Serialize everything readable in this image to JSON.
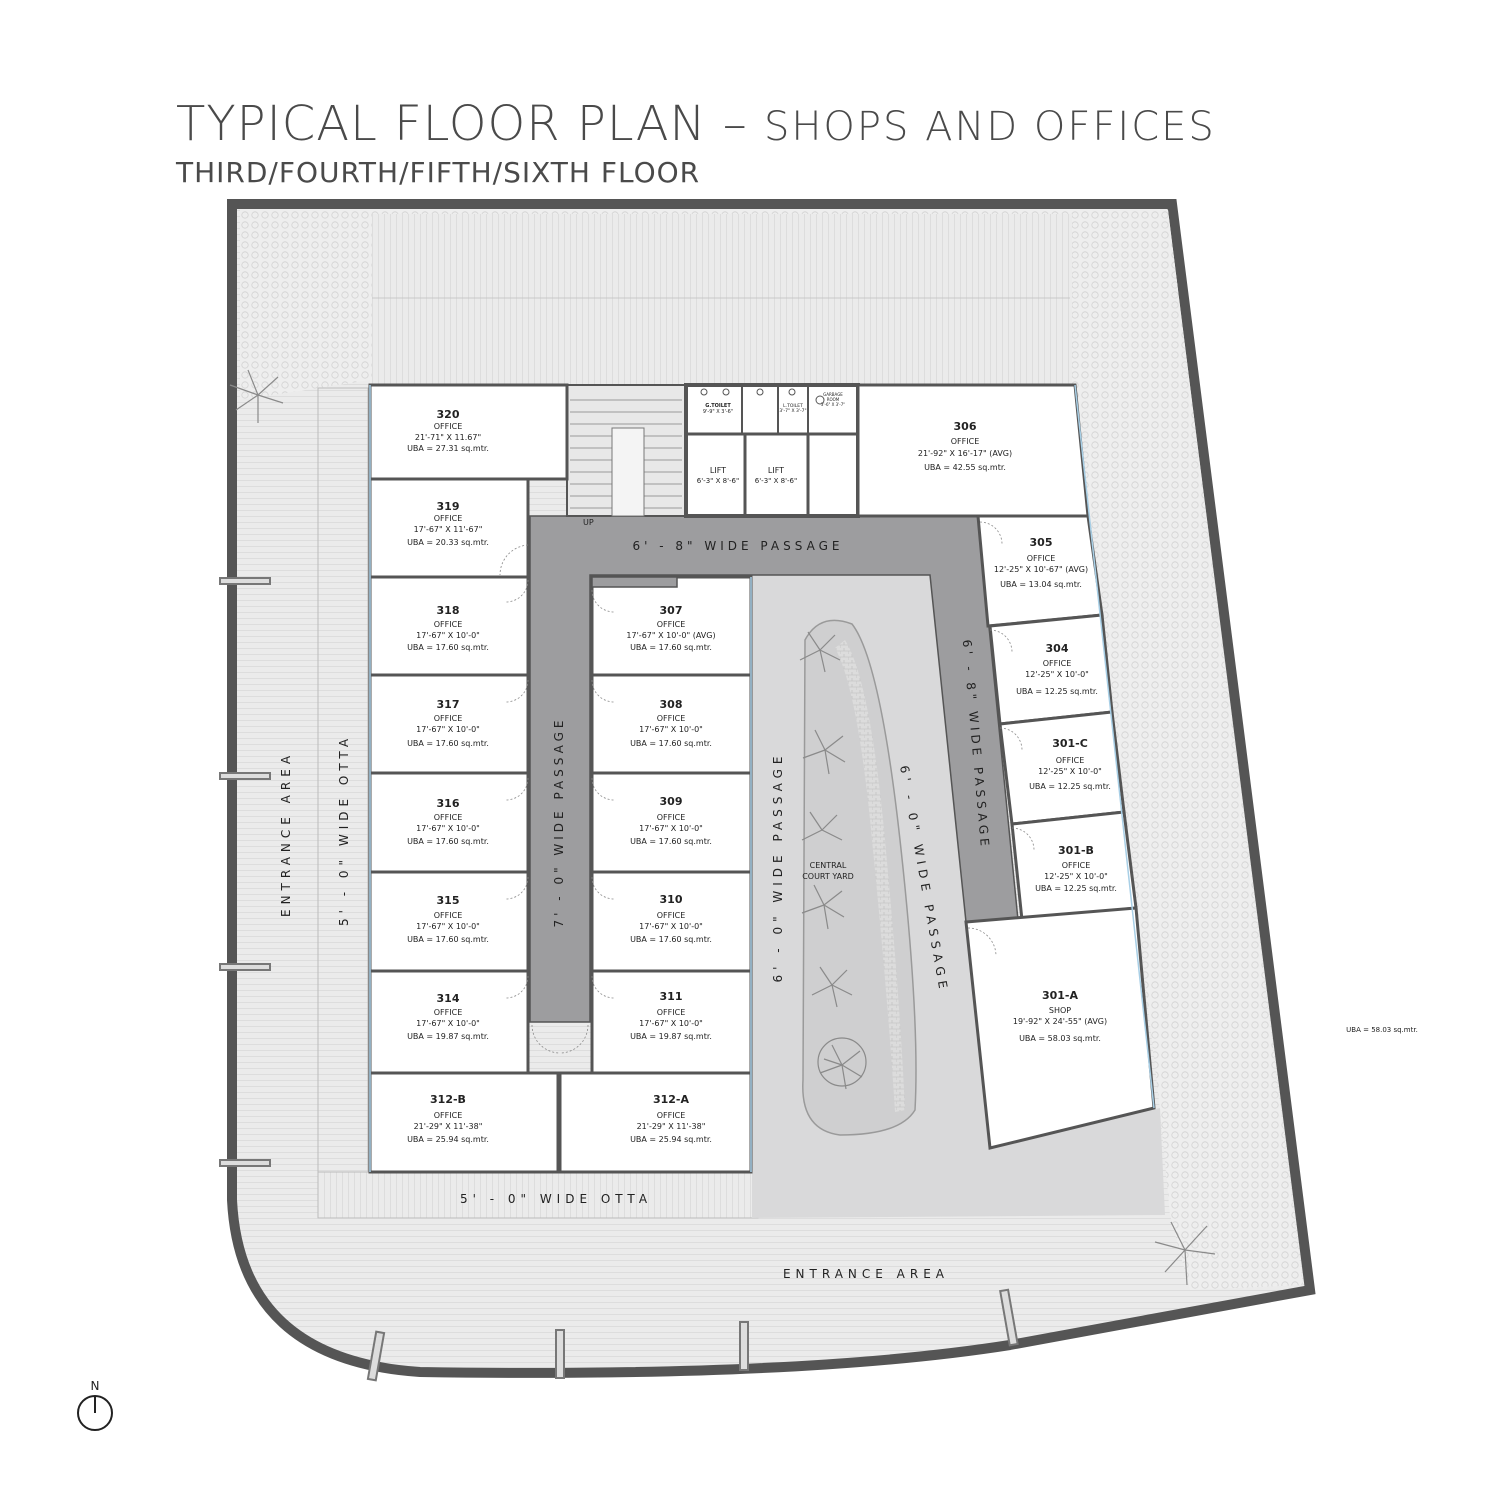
{
  "title": {
    "main": "TYPICAL FLOOR PLAN – ",
    "shops": "SHOPS AND OFFICES"
  },
  "subtitle": "THIRD/FOURTH/FIFTH/SIXTH FLOOR",
  "units": [
    {
      "id": "320",
      "type": "OFFICE",
      "size": "21'-71\" X 11.67\"",
      "uba": "UBA = 27.31 sq.mtr."
    },
    {
      "id": "319",
      "type": "OFFICE",
      "size": "17'-67\" X 11'-67\"",
      "uba": "UBA = 20.33 sq.mtr."
    },
    {
      "id": "318",
      "type": "OFFICE",
      "size": "17'-67\" X 10'-0\"",
      "uba": "UBA = 17.60 sq.mtr."
    },
    {
      "id": "317",
      "type": "OFFICE",
      "size": "17'-67\" X 10'-0\"",
      "uba": "UBA = 17.60 sq.mtr."
    },
    {
      "id": "316",
      "type": "OFFICE",
      "size": "17'-67\" X 10'-0\"",
      "uba": "UBA = 17.60 sq.mtr."
    },
    {
      "id": "315",
      "type": "OFFICE",
      "size": "17'-67\" X 10'-0\"",
      "uba": "UBA = 17.60 sq.mtr."
    },
    {
      "id": "314",
      "type": "OFFICE",
      "size": "17'-67\" X 10'-0\"",
      "uba": "UBA = 19.87 sq.mtr."
    },
    {
      "id": "312-B",
      "type": "OFFICE",
      "size": "21'-29\" X 11'-38\"",
      "uba": "UBA = 25.94 sq.mtr."
    },
    {
      "id": "307",
      "type": "OFFICE",
      "size": "17'-67\" X 10'-0\" (AVG)",
      "uba": "UBA = 17.60 sq.mtr."
    },
    {
      "id": "308",
      "type": "OFFICE",
      "size": "17'-67\" X 10'-0\"",
      "uba": "UBA = 17.60 sq.mtr."
    },
    {
      "id": "309",
      "type": "OFFICE",
      "size": "17'-67\" X 10'-0\"",
      "uba": "UBA = 17.60 sq.mtr."
    },
    {
      "id": "310",
      "type": "OFFICE",
      "size": "17'-67\" X 10'-0\"",
      "uba": "UBA = 17.60 sq.mtr."
    },
    {
      "id": "311",
      "type": "OFFICE",
      "size": "17'-67\" X 10'-0\"",
      "uba": "UBA = 19.87 sq.mtr."
    },
    {
      "id": "312-A",
      "type": "OFFICE",
      "size": "21'-29\" X 11'-38\"",
      "uba": "UBA = 25.94 sq.mtr."
    },
    {
      "id": "306",
      "type": "OFFICE",
      "size": "21'-92\" X 16'-17\" (AVG)",
      "uba": "UBA = 42.55 sq.mtr."
    },
    {
      "id": "305",
      "type": "OFFICE",
      "size": "12'-25\" X 10'-67\" (AVG)",
      "uba": "UBA = 13.04 sq.mtr."
    },
    {
      "id": "304",
      "type": "OFFICE",
      "size": "12'-25\" X 10'-0\"",
      "uba": "UBA = 12.25 sq.mtr."
    },
    {
      "id": "301-C",
      "type": "OFFICE",
      "size": "12'-25\" X 10'-0\"",
      "uba": "UBA = 12.25 sq.mtr."
    },
    {
      "id": "301-B",
      "type": "OFFICE",
      "size": "12'-25\" X 10'-0\"",
      "uba": "UBA = 12.25 sq.mtr."
    },
    {
      "id": "301-A",
      "type": "SHOP",
      "size": "19'-92\" X 24'-55\" (AVG)",
      "uba": "UBA = 58.03 sq.mtr."
    }
  ],
  "lifts": [
    {
      "label": "LIFT",
      "size": "6'-3\" X 8'-6\""
    },
    {
      "label": "LIFT",
      "size": "6'-3\" X 8'-6\""
    }
  ],
  "toilets": {
    "g_toilet": "G.TOILET",
    "g_toilet_size": "9'-9\" X 3'-6\"",
    "l_toilet": "L.TOILET",
    "l_toilet_size": "3'-7\" X 3'-7\"",
    "garbage": "GARBAGE",
    "garbage2": "ROOM",
    "garbage_size": "3'-6\" X 3'-7\""
  },
  "passages": {
    "top": "6' - 8\" WIDE PASSAGE",
    "left": "7' - 0\" WIDE PASSAGE",
    "center_left": "6' - 0\" WIDE PASSAGE",
    "center_right": "6' - 0\" WIDE PASSAGE",
    "right": "6' - 8\" WIDE PASSAGE"
  },
  "otta": {
    "left": "5' - 0\" WIDE OTTA",
    "bottom": "5' - 0\" WIDE OTTA"
  },
  "entrance": {
    "left": "ENTRANCE AREA",
    "bottom": "ENTRANCE AREA"
  },
  "courtyard": {
    "line1": "CENTRAL",
    "line2": "COURT YARD"
  },
  "stairs_up": "UP",
  "stray_uba": "UBA = 58.03 sq.mtr.",
  "north": "N",
  "colors": {
    "wall": "#555555",
    "passage": "#9d9d9f",
    "court": "#d9d9da",
    "hatch": "#e4e4e4",
    "unit_edge": "#a8cfe6"
  }
}
